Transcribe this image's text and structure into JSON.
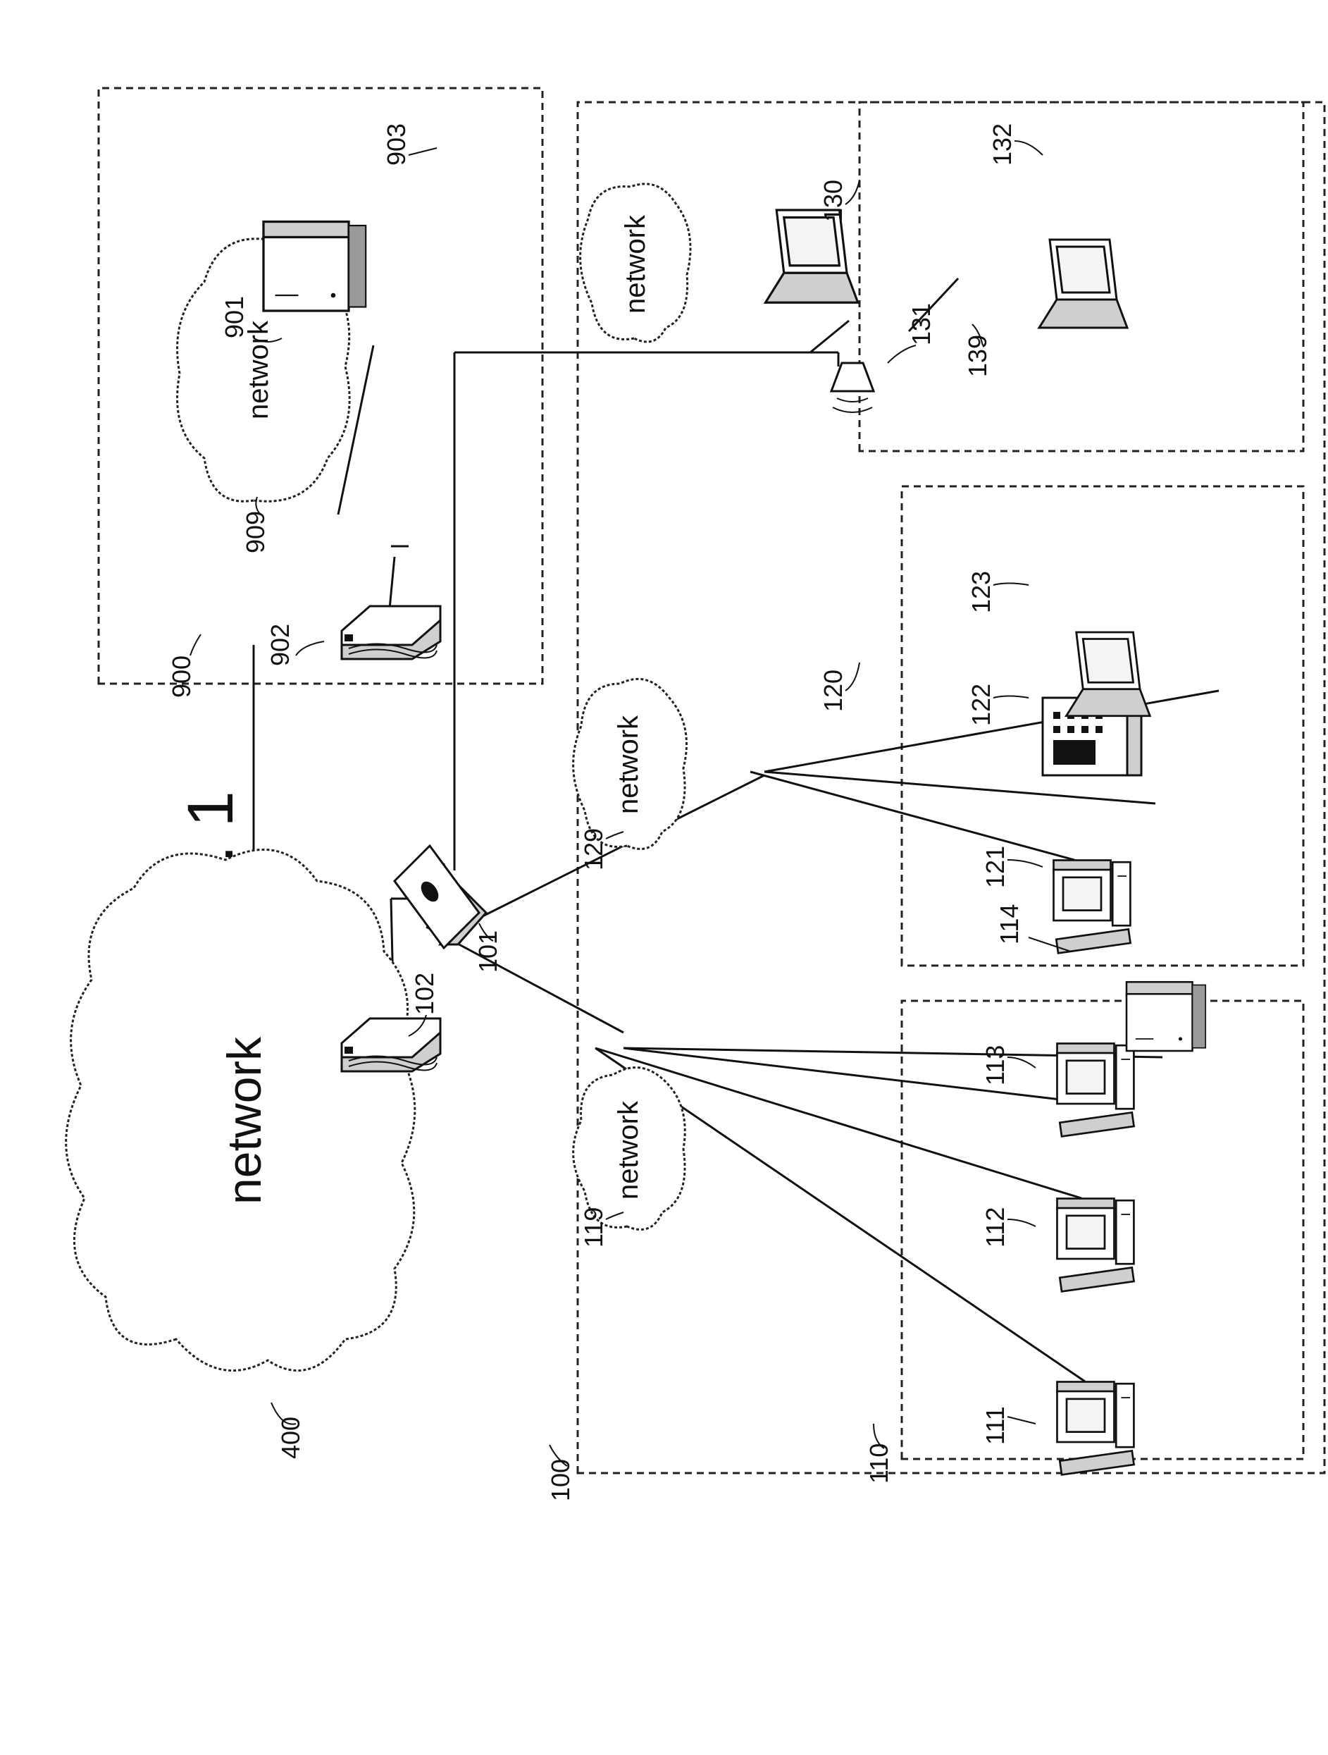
{
  "figure": {
    "title": "FIG. 1",
    "clouds": {
      "internet": "network",
      "n909": "network",
      "n119": "network",
      "n129": "network",
      "n139": "network"
    },
    "refs": {
      "r400": "400",
      "r100": "100",
      "r101": "101",
      "r102": "102",
      "r110": "110",
      "r111": "111",
      "r112": "112",
      "r113": "113",
      "r114": "114",
      "r119": "119",
      "r120": "120",
      "r121": "121",
      "r122": "122",
      "r123": "123",
      "r129": "129",
      "r130": "130",
      "r131": "131",
      "r132": "132",
      "r139": "139",
      "r900": "900",
      "r901": "901",
      "r902": "902",
      "r903": "903",
      "r909": "909"
    }
  }
}
